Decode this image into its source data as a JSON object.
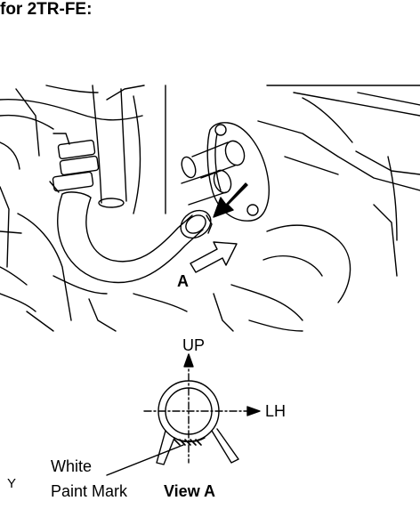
{
  "heading": "for 2TR-FE:",
  "labels": {
    "view_marker": "A",
    "up": "UP",
    "lh": "LH",
    "white": "White",
    "paint_mark": "Paint Mark",
    "view_title": "View A",
    "figure_id": "Y"
  },
  "colors": {
    "line": "#000000",
    "background": "#ffffff"
  }
}
